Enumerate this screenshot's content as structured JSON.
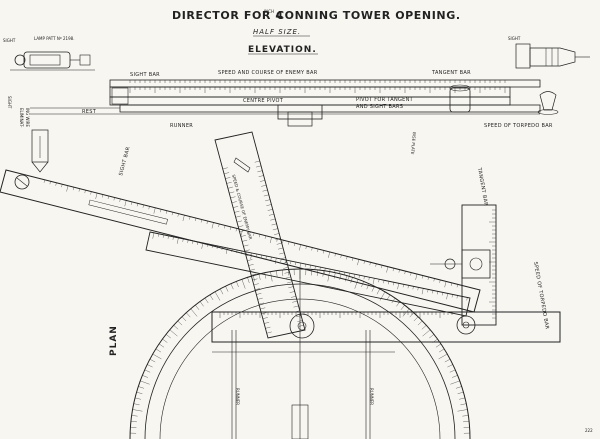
{
  "title": {
    "main_prefix": "DIRECTOR FOR 4",
    "superscript": "INCH",
    "main_suffix": " CONNING TOWER OPENING.",
    "scale": "HALF SIZE.",
    "section": "ELEVATION."
  },
  "labels": {
    "sight_left": "SIGHT",
    "lamp": "LAMP PATT Nº 2198.",
    "sight_right": "SIGHT",
    "sight_bar": "SIGHT BAR",
    "speed_course": "SPEED AND COURSE OF ENEMY BAR",
    "tangent_bar": "TANGENT BAR",
    "rest": "REST",
    "centre_pivot": "CENTRE PIVOT",
    "pivot_tangent_1": "PIVOT FOR TANGENT",
    "pivot_tangent_2": "AND SIGHT BARS",
    "runner_top": "RUNNER",
    "speed_torpedo": "SPEED OF TORPEDO BAR",
    "sight_vertical": "SIGHT",
    "eliminating_1": "ELIMINAT-",
    "eliminating_2": "ING WIRE",
    "plan": "PLAN",
    "sight_bar_plan": "SIGHT BAR",
    "bise_plate": "BISE PLATE",
    "tangent_bar_plan": "TANGENT BAR",
    "speed_torpedo_plan": "SPEED OF TORPEDO BAR",
    "speed_course_plan": "SPEED & COURSE OF ENEMY BAR",
    "runner_left": "RUNNER",
    "runner_right": "RUNNER",
    "page_number": "222"
  }
}
